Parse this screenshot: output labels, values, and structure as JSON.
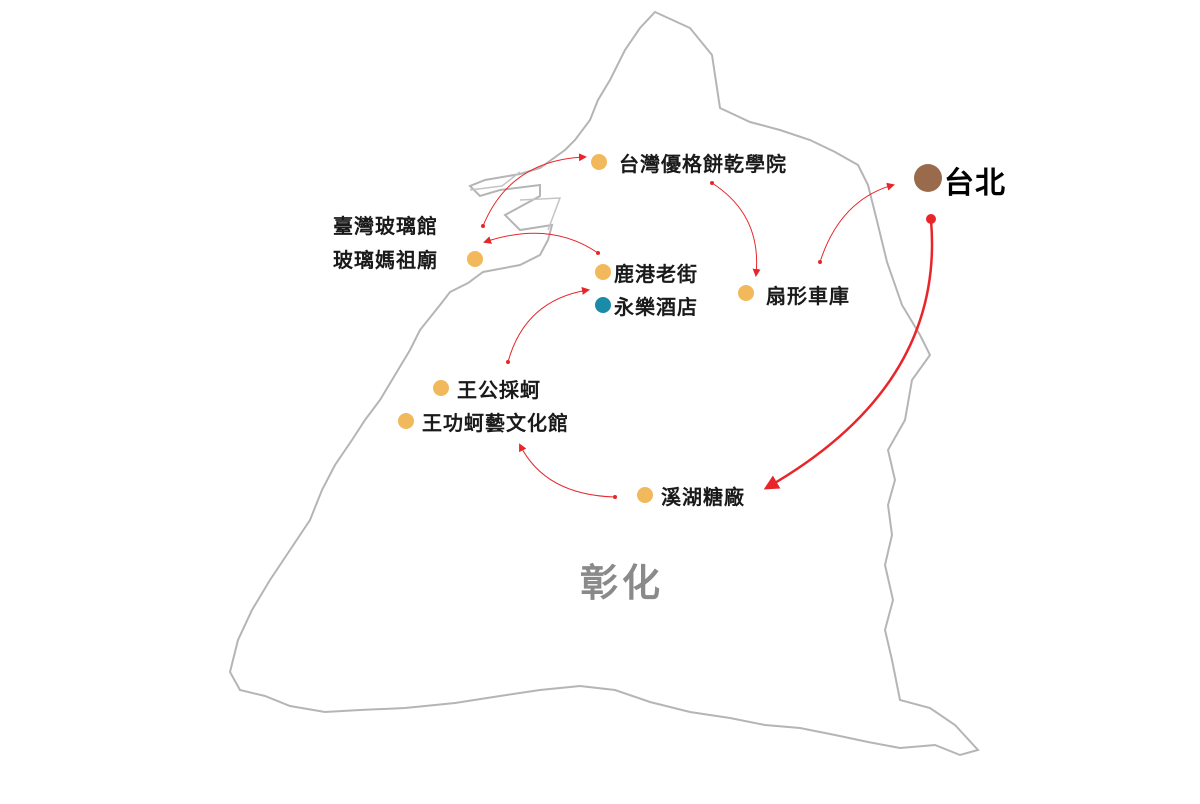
{
  "region_label": "彰化",
  "origin_label": "台北",
  "places": {
    "bakery_academy": "台灣優格餅乾學院",
    "glass_museum": "臺灣玻璃館",
    "glass_temple": "玻璃媽祖廟",
    "lukang": "鹿港老街",
    "hotel": "永樂酒店",
    "roundhouse": "扇形車庫",
    "oyster_harvest": "王公採蚵",
    "oyster_museum": "王功蚵藝文化館",
    "sugar_factory": "溪湖糖廠"
  },
  "colors": {
    "attraction": "#f2b85c",
    "hotel": "#1a8ca8",
    "origin": "#9a6a4c",
    "route": "#e8262a",
    "outline": "#b5b5b5"
  }
}
